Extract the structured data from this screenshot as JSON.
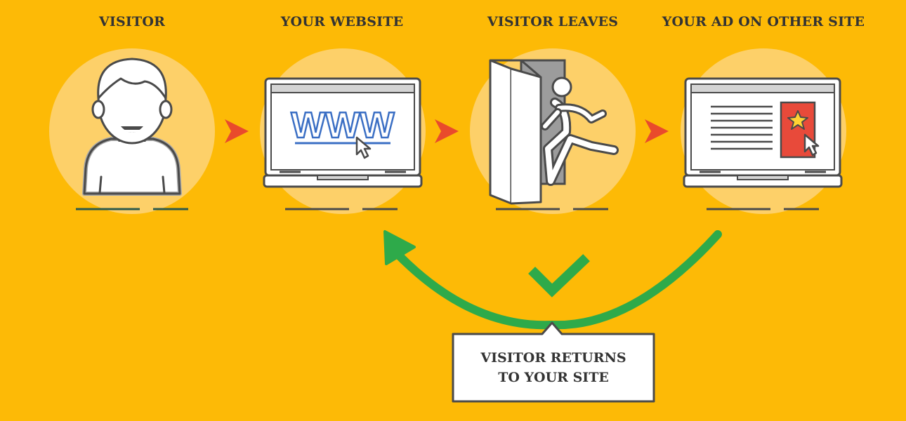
{
  "steps": [
    {
      "title": "VISITOR",
      "icon": "person-icon"
    },
    {
      "title": "YOUR WEBSITE",
      "icon": "laptop-www-icon",
      "screen_text": "WWW"
    },
    {
      "title": "VISITOR LEAVES",
      "icon": "door-exit-icon"
    },
    {
      "title": "YOUR AD ON OTHER SITE",
      "icon": "laptop-ad-icon"
    }
  ],
  "callout": {
    "line1": "VISITOR RETURNS",
    "line2": "TO YOUR SITE"
  },
  "colors": {
    "background": "#FDBA06",
    "circle": "#FDD069",
    "outline": "#4A4A4A",
    "arrow_red": "#E94A2C",
    "return_green": "#2EAA4A",
    "www_blue": "#3B6FC4",
    "ad_red": "#E84A3A",
    "star_yellow": "#FFD233"
  }
}
